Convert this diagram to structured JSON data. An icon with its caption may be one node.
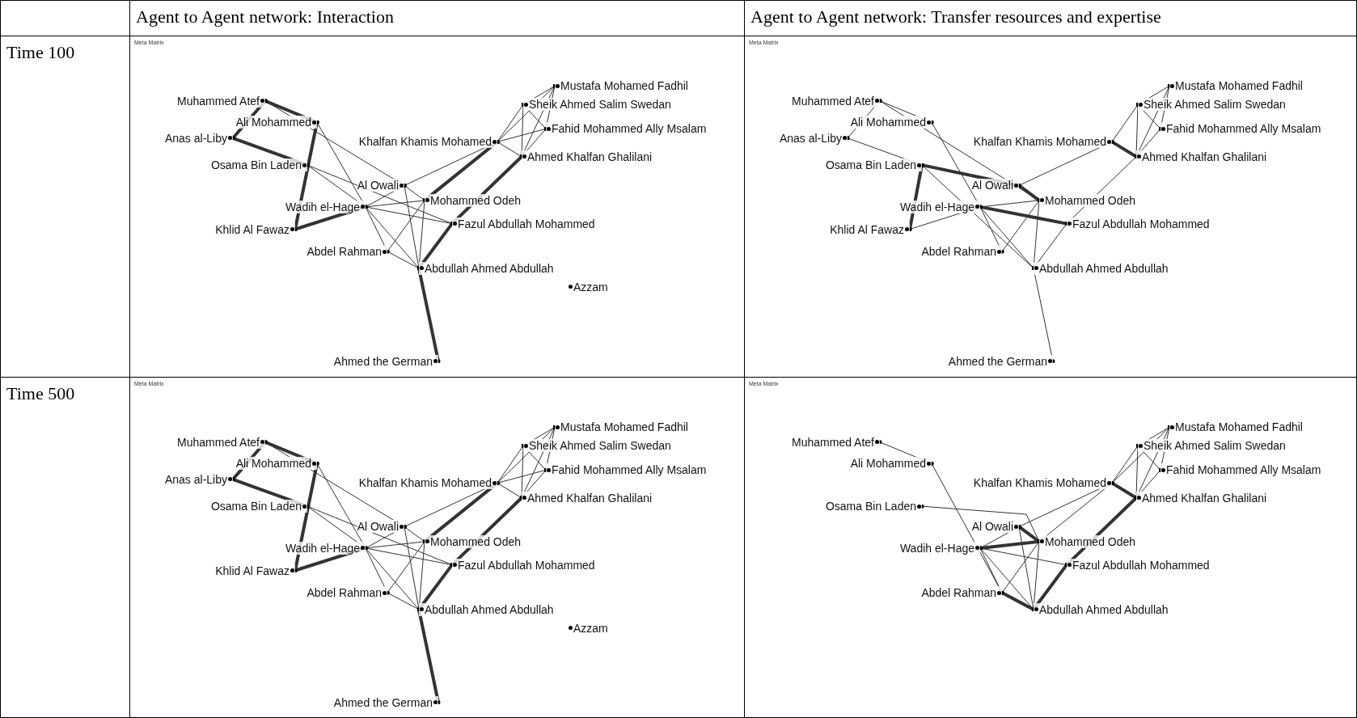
{
  "diagram": {
    "nodes": [
      {
        "text": [
          "Meta Matrix"
        ]
      },
      {
        "text": [
          "Muhammed Atef"
        ],
        "in": 0
      },
      {
        "text": [
          "Ali Mohammed"
        ],
        "in": 0
      },
      {
        "text": [
          "Anas al-Liby"
        ],
        "in": 0
      },
      {
        "text": [
          "Osama Bin Laden"
        ],
        "in": 0
      },
      {
        "text": [
          "Al Owali"
        ],
        "in": 0
      },
      {
        "text": [
          "Wadih el-Hage"
        ],
        "in": 0
      },
      {
        "text": [
          "Mohammed Odeh"
        ],
        "in": 0
      },
      {
        "text": [
          "Khlid Al Fawaz"
        ],
        "in": 0
      },
      {
        "text": [
          "Abdel Rahman"
        ],
        "in": 0
      },
      {
        "text": [
          "Abdullah Ahmed Abdullah"
        ],
        "in": 0
      },
      {
        "text": [
          "Fazul Abdullah Mohammed"
        ],
        "in": 0
      },
      {
        "text": [
          "Mustafa Mohamed Fadhil"
        ],
        "in": 0
      },
      {
        "text": [
          "Sheik Ahmed Salim Swedan"
        ],
        "in": 0
      },
      {
        "text": [
          "Fahid Mohammed Ally Msalam"
        ],
        "in": 0
      },
      {
        "text": [
          "Khalfan Khamis Mohamed"
        ],
        "in": 0
      },
      {
        "text": [
          "Ahmed Khalfan Ghalilani"
        ],
        "in": 0
      },
      {
        "text": [
          "Azzam"
        ],
        "in": 0
      },
      {
        "text": [
          "Ahmed the German"
        ],
        "in": 0
      },
      {
        "text": [
          "Meta Matrix"
        ]
      },
      {
        "text": [
          "Muhammed Atef"
        ],
        "in": 19
      },
      {
        "text": [
          "Ali Mohammed"
        ],
        "in": 19
      },
      {
        "text": [
          "Anas al-Liby"
        ],
        "in": 19
      },
      {
        "text": [
          "Osama Bin Laden"
        ],
        "in": 19
      },
      {
        "text": [
          "Al Owali"
        ],
        "in": 19
      },
      {
        "text": [
          "Wadih el-Hage"
        ],
        "in": 19
      },
      {
        "text": [
          "Mohammed Odeh"
        ],
        "in": 19
      },
      {
        "text": [
          "Khlid Al Fawaz"
        ],
        "in": 19
      },
      {
        "text": [
          "Abdel Rahman"
        ],
        "in": 19
      },
      {
        "text": [
          "Abdullah Ahmed Abdullah"
        ],
        "in": 19
      },
      {
        "text": [
          "Fazul Abdullah Mohammed"
        ],
        "in": 19
      },
      {
        "text": [
          "Mustafa Mohamed Fadhil"
        ],
        "in": 19
      },
      {
        "text": [
          "Sheik Ahmed Salim Swedan"
        ],
        "in": 19
      },
      {
        "text": [
          "Fahid Mohammed Ally Msalam"
        ],
        "in": 19
      },
      {
        "text": [
          "Khalfan Khamis Mohamed"
        ],
        "in": 19
      },
      {
        "text": [
          "Ahmed Khalfan Ghalilani"
        ],
        "in": 19
      },
      {
        "text": [
          "Ahmed the German"
        ],
        "in": 19
      },
      {
        "text": [
          "Meta Matrix"
        ]
      },
      {
        "text": [
          "Muhammed Atef"
        ],
        "in": 37
      },
      {
        "text": [
          "Ali Mohammed"
        ],
        "in": 37
      },
      {
        "text": [
          "Anas al-Liby"
        ],
        "in": 37
      },
      {
        "text": [
          "Osama Bin Laden"
        ],
        "in": 37
      },
      {
        "text": [
          "Al Owali"
        ],
        "in": 37
      },
      {
        "text": [
          "Wadih el-Hage"
        ],
        "in": 37
      },
      {
        "text": [
          "Mohammed Odeh"
        ],
        "in": 37
      },
      {
        "text": [
          "Khlid Al Fawaz"
        ],
        "in": 37
      },
      {
        "text": [
          "Abdel Rahman"
        ],
        "in": 37
      },
      {
        "text": [
          "Abdullah Ahmed Abdullah"
        ],
        "in": 37
      },
      {
        "text": [
          "Fazul Abdullah Mohammed"
        ],
        "in": 37
      },
      {
        "text": [
          "Mustafa Mohamed Fadhil"
        ],
        "in": 37
      },
      {
        "text": [
          "Sheik Ahmed Salim Swedan"
        ],
        "in": 37
      },
      {
        "text": [
          "Fahid Mohammed Ally Msalam"
        ],
        "in": 37
      },
      {
        "text": [
          "Khalfan Khamis Mohamed"
        ],
        "in": 37
      },
      {
        "text": [
          "Ahmed Khalfan Ghalilani"
        ],
        "in": 37
      },
      {
        "text": [
          "Azzam"
        ],
        "in": 37
      },
      {
        "text": [
          "Ahmed the German"
        ],
        "in": 37
      },
      {
        "text": [
          "Meta Matrix"
        ]
      },
      {
        "text": [
          "Muhammed Atef"
        ],
        "in": 56
      },
      {
        "text": [
          "Ali Mohammed"
        ],
        "in": 56
      },
      {
        "text": [
          "Osama Bin Laden"
        ],
        "in": 56
      },
      {
        "text": [
          "Al Owali"
        ],
        "in": 56
      },
      {
        "text": [
          "Wadih el-Hage"
        ],
        "in": 56
      },
      {
        "text": [
          "Mohammed Odeh"
        ],
        "in": 56
      },
      {
        "text": [
          "Abdel Rahman"
        ],
        "in": 56
      },
      {
        "text": [
          "Abdullah Ahmed Abdullah"
        ],
        "in": 56
      },
      {
        "text": [
          "Fazul Abdullah Mohammed"
        ],
        "in": 56
      },
      {
        "text": [
          "Mustafa Mohamed Fadhil"
        ],
        "in": 56
      },
      {
        "text": [
          "Sheik Ahmed Salim Swedan"
        ],
        "in": 56
      },
      {
        "text": [
          "Fahid Mohammed Ally Msalam"
        ],
        "in": 56
      },
      {
        "text": [
          "Khalfan Khamis Mohamed"
        ],
        "in": 56
      },
      {
        "text": [
          "Ahmed Khalfan Ghalilani"
        ],
        "in": 56
      }
    ],
    "edges": [
      {
        "from": 1,
        "to": 3,
        "arrow": "other",
        "style": "thick"
      },
      {
        "from": 1,
        "to": 2,
        "arrow": "other",
        "style": "thick"
      },
      {
        "from": 1,
        "to": 5,
        "arrow": "other"
      },
      {
        "from": 3,
        "to": 4,
        "arrow": "other",
        "style": "thick"
      },
      {
        "from": 2,
        "to": 8,
        "arrow": "other",
        "style": "thick"
      },
      {
        "from": 2,
        "to": 6,
        "arrow": "other"
      },
      {
        "from": 4,
        "to": 11,
        "arrow": "other"
      },
      {
        "from": 4,
        "to": 6,
        "arrow": "other"
      },
      {
        "from": 8,
        "to": 6,
        "arrow": "other",
        "style": "thick"
      },
      {
        "from": 6,
        "to": 7,
        "arrow": "other"
      },
      {
        "from": 6,
        "to": 5,
        "arrow": "other"
      },
      {
        "from": 6,
        "to": 11,
        "arrow": "other"
      },
      {
        "from": 6,
        "to": 9,
        "arrow": "other"
      },
      {
        "from": 6,
        "to": 10,
        "arrow": "other"
      },
      {
        "from": 5,
        "to": 7,
        "arrow": "other"
      },
      {
        "from": 5,
        "to": 15,
        "arrow": "other"
      },
      {
        "from": 5,
        "to": 10,
        "arrow": "other"
      },
      {
        "from": 7,
        "to": 15,
        "arrow": "other",
        "style": "thick"
      },
      {
        "from": 7,
        "to": 9,
        "arrow": "other"
      },
      {
        "from": 7,
        "to": 10,
        "arrow": "other"
      },
      {
        "from": 9,
        "to": 10,
        "arrow": "other"
      },
      {
        "from": 10,
        "to": 11,
        "arrow": "other",
        "style": "thick"
      },
      {
        "from": 10,
        "to": 18,
        "arrow": "other",
        "style": "thick"
      },
      {
        "from": 11,
        "to": 16,
        "arrow": "other",
        "style": "thick"
      },
      {
        "from": 15,
        "to": 13,
        "arrow": "other"
      },
      {
        "from": 15,
        "to": 12,
        "arrow": "other"
      },
      {
        "from": 15,
        "to": 16,
        "arrow": "other"
      },
      {
        "from": 15,
        "to": 14,
        "arrow": "other"
      },
      {
        "from": 13,
        "to": 12,
        "arrow": "other"
      },
      {
        "from": 13,
        "to": 14,
        "arrow": "other"
      },
      {
        "from": 13,
        "to": 16,
        "arrow": "other"
      },
      {
        "from": 12,
        "to": 14,
        "arrow": "other"
      },
      {
        "from": 12,
        "to": 16,
        "arrow": "other"
      },
      {
        "from": 14,
        "to": 16,
        "arrow": "other"
      },
      {
        "from": 20,
        "to": 22,
        "arrow": "other"
      },
      {
        "from": 20,
        "to": 21,
        "arrow": "other"
      },
      {
        "from": 20,
        "to": 26,
        "arrow": "other"
      },
      {
        "from": 22,
        "to": 23,
        "arrow": "other"
      },
      {
        "from": 21,
        "to": 25,
        "arrow": "other"
      },
      {
        "from": 23,
        "to": 24,
        "arrow": "other",
        "style": "thick"
      },
      {
        "from": 24,
        "to": 26,
        "arrow": "other",
        "style": "thick"
      },
      {
        "from": 23,
        "to": 27,
        "arrow": "other",
        "style": "thick"
      },
      {
        "from": 23,
        "to": 29,
        "arrow": "other"
      },
      {
        "from": 27,
        "to": 25,
        "arrow": "other"
      },
      {
        "from": 25,
        "to": 30,
        "arrow": "other",
        "style": "thick"
      },
      {
        "from": 25,
        "to": 26,
        "arrow": "other"
      },
      {
        "from": 25,
        "to": 28,
        "arrow": "other"
      },
      {
        "from": 25,
        "to": 29,
        "arrow": "other"
      },
      {
        "from": 26,
        "to": 28,
        "arrow": "other"
      },
      {
        "from": 26,
        "to": 29,
        "arrow": "other"
      },
      {
        "from": 24,
        "to": 34,
        "arrow": "other"
      },
      {
        "from": 29,
        "to": 30,
        "arrow": "other"
      },
      {
        "from": 29,
        "to": 36,
        "arrow": "other"
      },
      {
        "from": 30,
        "to": 35,
        "arrow": "other"
      },
      {
        "from": 34,
        "to": 35,
        "arrow": "other",
        "style": "thick"
      },
      {
        "from": 34,
        "to": 32,
        "arrow": "other"
      },
      {
        "from": 32,
        "to": 31,
        "arrow": "other"
      },
      {
        "from": 32,
        "to": 33,
        "arrow": "other"
      },
      {
        "from": 31,
        "to": 33,
        "arrow": "other"
      },
      {
        "from": 31,
        "to": 35,
        "arrow": "other"
      },
      {
        "from": 32,
        "to": 35,
        "arrow": "other"
      },
      {
        "from": 33,
        "to": 35,
        "arrow": "other"
      },
      {
        "from": 38,
        "to": 40,
        "arrow": "other",
        "style": "thick"
      },
      {
        "from": 38,
        "to": 39,
        "arrow": "other",
        "style": "thick"
      },
      {
        "from": 38,
        "to": 42,
        "arrow": "other"
      },
      {
        "from": 40,
        "to": 41,
        "arrow": "other",
        "style": "thick"
      },
      {
        "from": 39,
        "to": 45,
        "arrow": "other",
        "style": "thick"
      },
      {
        "from": 39,
        "to": 43,
        "arrow": "other"
      },
      {
        "from": 41,
        "to": 48,
        "arrow": "other"
      },
      {
        "from": 41,
        "to": 43,
        "arrow": "other"
      },
      {
        "from": 45,
        "to": 43,
        "arrow": "other",
        "style": "thick"
      },
      {
        "from": 43,
        "to": 44,
        "arrow": "other"
      },
      {
        "from": 43,
        "to": 42,
        "arrow": "other"
      },
      {
        "from": 43,
        "to": 48,
        "arrow": "other"
      },
      {
        "from": 43,
        "to": 46,
        "arrow": "other"
      },
      {
        "from": 43,
        "to": 47,
        "arrow": "other"
      },
      {
        "from": 42,
        "to": 44,
        "arrow": "other"
      },
      {
        "from": 42,
        "to": 52,
        "arrow": "other"
      },
      {
        "from": 42,
        "to": 47,
        "arrow": "other"
      },
      {
        "from": 44,
        "to": 52,
        "arrow": "other",
        "style": "thick"
      },
      {
        "from": 44,
        "to": 46,
        "arrow": "other"
      },
      {
        "from": 44,
        "to": 47,
        "arrow": "other"
      },
      {
        "from": 46,
        "to": 47,
        "arrow": "other"
      },
      {
        "from": 47,
        "to": 48,
        "arrow": "other",
        "style": "thick"
      },
      {
        "from": 47,
        "to": 55,
        "arrow": "other",
        "style": "thick"
      },
      {
        "from": 48,
        "to": 53,
        "arrow": "other",
        "style": "thick"
      },
      {
        "from": 52,
        "to": 50,
        "arrow": "other"
      },
      {
        "from": 52,
        "to": 49,
        "arrow": "other"
      },
      {
        "from": 52,
        "to": 53,
        "arrow": "other"
      },
      {
        "from": 52,
        "to": 51,
        "arrow": "other"
      },
      {
        "from": 50,
        "to": 49,
        "arrow": "other"
      },
      {
        "from": 50,
        "to": 51,
        "arrow": "other"
      },
      {
        "from": 50,
        "to": 53,
        "arrow": "other"
      },
      {
        "from": 49,
        "to": 51,
        "arrow": "other"
      },
      {
        "from": 49,
        "to": 53,
        "arrow": "other"
      },
      {
        "from": 51,
        "to": 53,
        "arrow": "other"
      },
      {
        "from": 57,
        "to": 58,
        "arrow": "other"
      },
      {
        "from": 58,
        "to": 63,
        "arrow": "other"
      },
      {
        "from": 59,
        "to": 62,
        "arrow": "other"
      },
      {
        "from": 60,
        "to": 62,
        "arrow": "other",
        "style": "thick"
      },
      {
        "from": 61,
        "to": 62,
        "arrow": "other",
        "style": "thick"
      },
      {
        "from": 61,
        "to": 60,
        "arrow": "other"
      },
      {
        "from": 61,
        "to": 65,
        "arrow": "other"
      },
      {
        "from": 61,
        "to": 63,
        "arrow": "other"
      },
      {
        "from": 61,
        "to": 64,
        "arrow": "other"
      },
      {
        "from": 62,
        "to": 63,
        "arrow": "other"
      },
      {
        "from": 62,
        "to": 64,
        "arrow": "other"
      },
      {
        "from": 60,
        "to": 64,
        "arrow": "other"
      },
      {
        "from": 62,
        "to": 69,
        "arrow": "other"
      },
      {
        "from": 60,
        "to": 69,
        "arrow": "other"
      },
      {
        "from": 63,
        "to": 64,
        "arrow": "other",
        "style": "thick"
      },
      {
        "from": 64,
        "to": 65,
        "arrow": "other",
        "style": "thick"
      },
      {
        "from": 65,
        "to": 70,
        "arrow": "other",
        "style": "thick"
      },
      {
        "from": 69,
        "to": 70,
        "arrow": "other",
        "style": "thick"
      },
      {
        "from": 69,
        "to": 67,
        "arrow": "other"
      },
      {
        "from": 69,
        "to": 66,
        "arrow": "other"
      },
      {
        "from": 67,
        "to": 66,
        "arrow": "other"
      },
      {
        "from": 67,
        "to": 68,
        "arrow": "other"
      },
      {
        "from": 67,
        "to": 70,
        "arrow": "other"
      },
      {
        "from": 66,
        "to": 68,
        "arrow": "other"
      },
      {
        "from": 66,
        "to": 70,
        "arrow": "other"
      },
      {
        "from": 68,
        "to": 70,
        "arrow": "other"
      }
    ],
    "labels": [
      "Agent to Agent network: Interaction",
      "Agent to Agent network: Transfer resources and expertise",
      "Time 100",
      "Time 500"
    ]
  }
}
